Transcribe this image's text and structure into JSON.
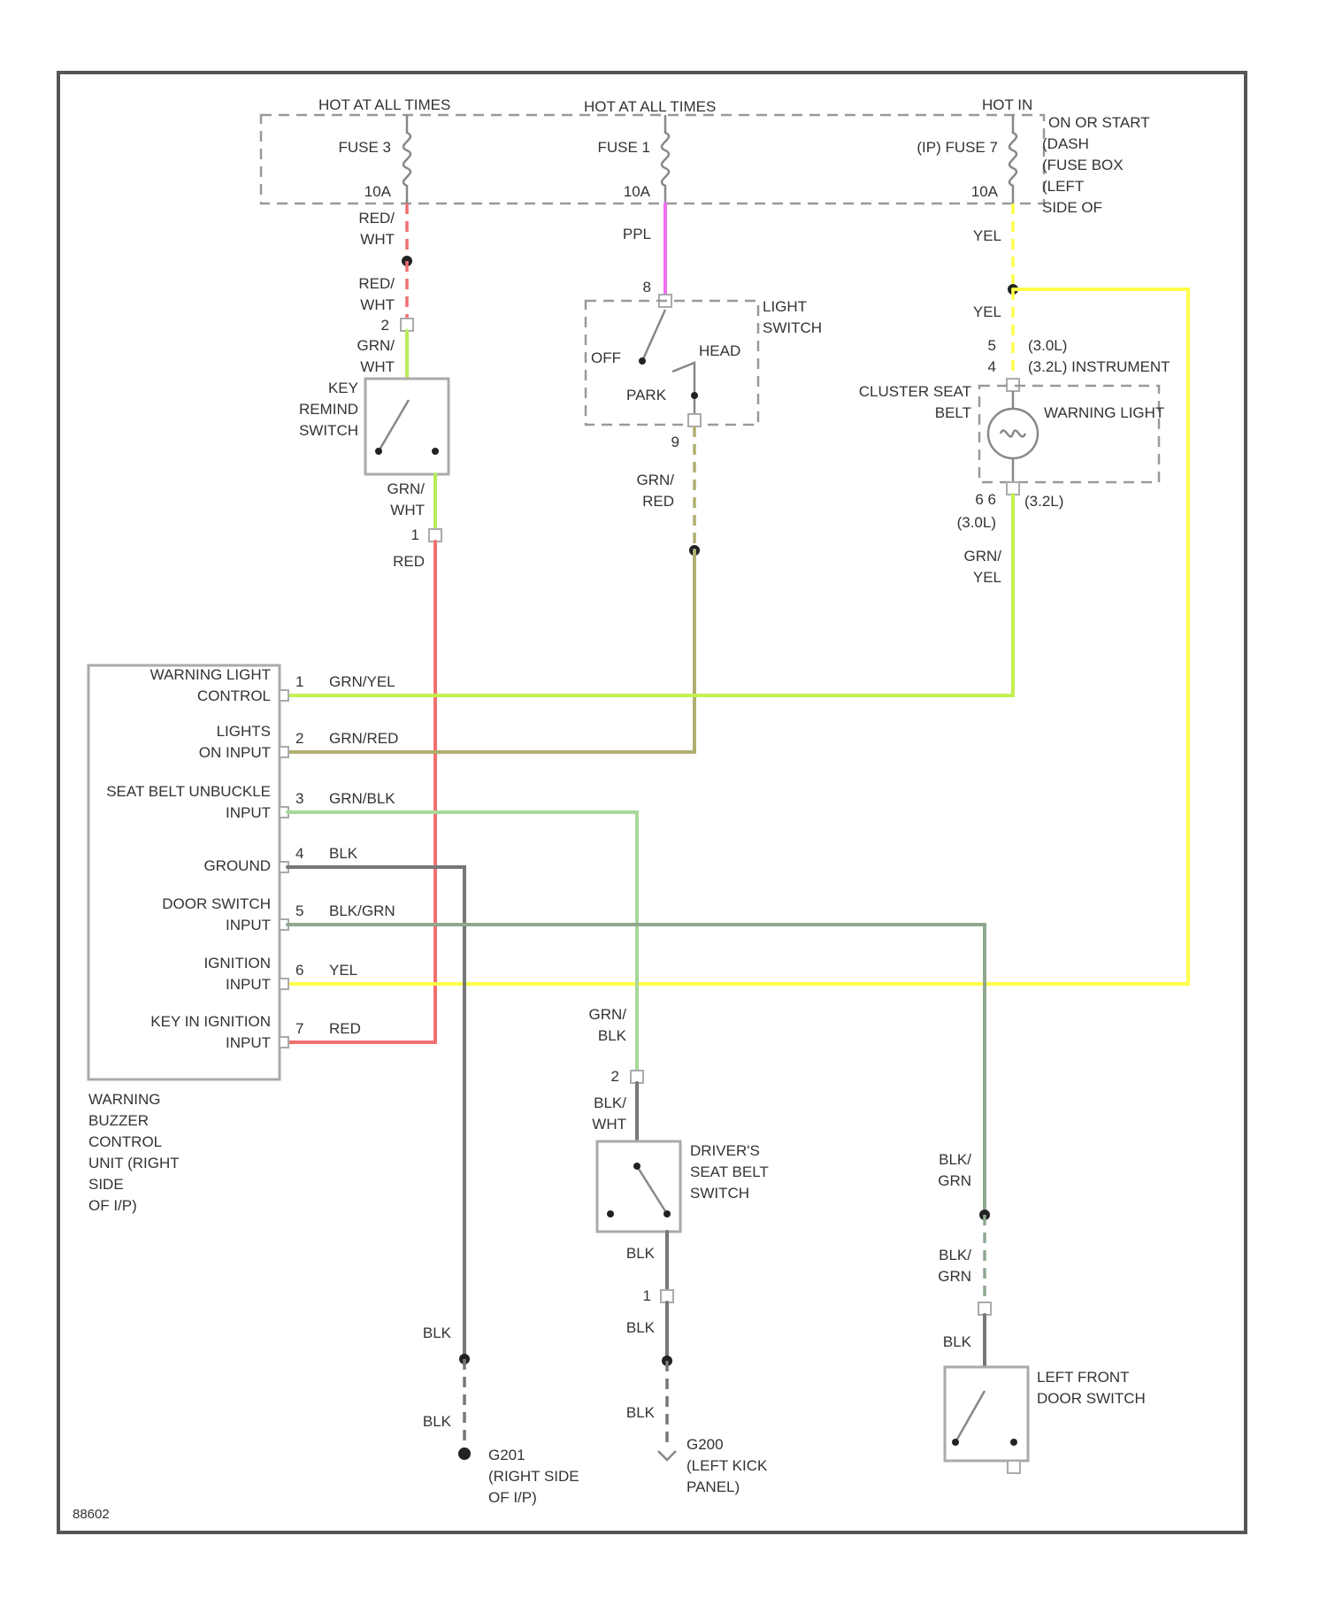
{
  "colors": {
    "red": "#f07070",
    "green": "#b8ec5a",
    "yellow": "#ffff4a",
    "pink": "#f070f0",
    "grn_red": "#b0b070",
    "grn_blk": "#a8d898",
    "blk": "#777777",
    "blk_grn": "#8fa890",
    "grn_yel": "#c4f050"
  },
  "fuse_box": {
    "feed_1": "HOT AT ALL TIMES",
    "feed_2": "HOT AT ALL TIMES",
    "feed_3": "HOT IN",
    "feed_3_cont": "ON OR START",
    "fuse_a": "FUSE 3",
    "fuse_a_amp": "10A",
    "fuse_b": "FUSE 1",
    "fuse_b_amp": "10A",
    "fuse_c": "(IP) FUSE 7",
    "fuse_c_amp": "10A",
    "label_lines": [
      "(DASH",
      "(FUSE BOX",
      "(LEFT",
      "SIDE OF"
    ]
  },
  "wires": {
    "red_wht": "RED/",
    "red_wht_2": "WHT",
    "grn_wht": "GRN/",
    "grn_wht_2": "WHT",
    "ppl": "PPL",
    "yel": "YEL",
    "grn_red": "GRN/",
    "grn_red_2": "RED",
    "red": "RED",
    "grn_yel_1": "GRN/",
    "grn_yel_2": "YEL",
    "grn_blk_1": "GRN/",
    "grn_blk_2": "BLK",
    "blk_wht_1": "BLK/",
    "blk_wht_2": "WHT",
    "blk": "BLK",
    "blk_grn_1": "BLK/",
    "blk_grn_2": "GRN"
  },
  "pins": {
    "p2": "2",
    "p1": "1",
    "p8": "8",
    "p9": "9",
    "p5": "5",
    "p4": "4",
    "p69": "6 6"
  },
  "light_switch": {
    "title_1": "LIGHT",
    "title_2": "SWITCH",
    "off": "OFF",
    "head": "HEAD",
    "park": "PARK"
  },
  "key_switch": {
    "line1": "KEY",
    "line2": "REMIND",
    "line3": "SWITCH"
  },
  "cluster": {
    "v1": "(3.0L)",
    "v2": "(3.2L) INSTRUMENT",
    "line1": "CLUSTER SEAT",
    "line2": "BELT",
    "lamp": "WARNING LIGHT",
    "v3": "(3.2L)",
    "v4": "(3.0L)"
  },
  "buzzer": {
    "inputs": [
      {
        "pin": "1",
        "l1": "WARNING LIGHT",
        "l2": "CONTROL",
        "wire": "GRN/YEL"
      },
      {
        "pin": "2",
        "l1": "LIGHTS",
        "l2": "ON INPUT",
        "wire": "GRN/RED"
      },
      {
        "pin": "3",
        "l1": "SEAT BELT UNBUCKLE",
        "l2": "INPUT",
        "wire": "GRN/BLK"
      },
      {
        "pin": "4",
        "l1": "GROUND",
        "l2": "",
        "wire": "BLK"
      },
      {
        "pin": "5",
        "l1": "DOOR SWITCH",
        "l2": "INPUT",
        "wire": "BLK/GRN"
      },
      {
        "pin": "6",
        "l1": "IGNITION",
        "l2": "INPUT",
        "wire": "YEL"
      },
      {
        "pin": "7",
        "l1": "KEY IN IGNITION",
        "l2": "INPUT",
        "wire": "RED"
      }
    ],
    "caption": [
      "WARNING",
      "BUZZER",
      "CONTROL",
      "UNIT (RIGHT",
      "SIDE",
      "OF I/P)"
    ]
  },
  "seat_switch": {
    "line1": "DRIVER'S",
    "line2": "SEAT BELT",
    "line3": "SWITCH"
  },
  "door_switch": {
    "line1": "LEFT FRONT",
    "line2": "DOOR SWITCH"
  },
  "grounds": {
    "g1_a": "G201",
    "g1_b": "(RIGHT SIDE",
    "g1_c": "OF I/P)",
    "g2_a": "G200",
    "g2_b": "(LEFT KICK",
    "g2_c": "PANEL)"
  },
  "figure_id": "88602"
}
